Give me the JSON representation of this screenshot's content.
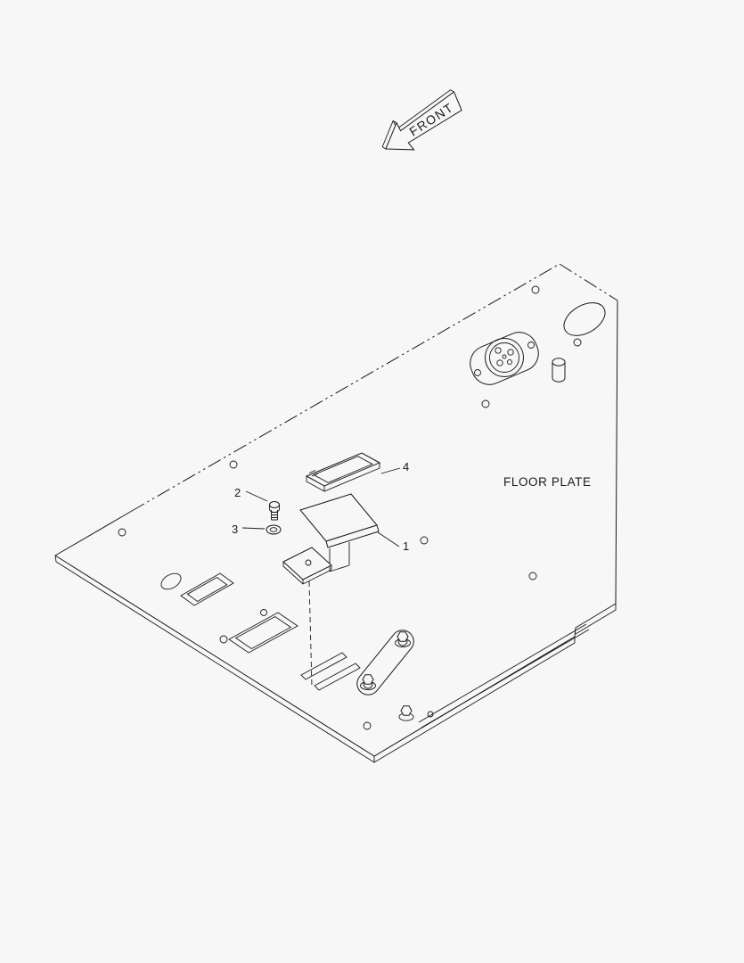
{
  "page": {
    "kind": "exploded-parts-diagram",
    "background_color": "#f7f7f7",
    "line_color": "#1a1a1a"
  },
  "labels": {
    "front_arrow": "FRONT",
    "floor_plate": "FLOOR PLATE"
  },
  "callouts": {
    "part_1": "1",
    "part_2": "2",
    "part_3": "3",
    "part_4": "4"
  }
}
